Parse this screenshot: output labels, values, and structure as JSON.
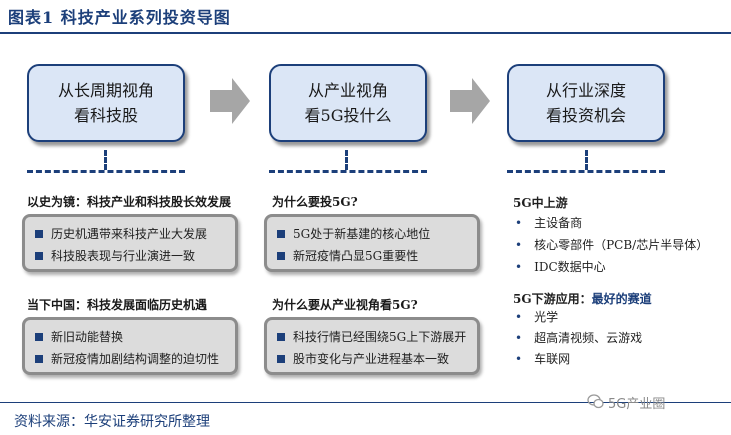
{
  "header": {
    "title": "图表1  科技产业系列投资导图"
  },
  "columns": [
    {
      "title_line1": "从长周期视角",
      "title_line2": "看科技股"
    },
    {
      "title_line1": "从产业视角",
      "title_line2": "看5G投什么"
    },
    {
      "title_line1": "从行业深度",
      "title_line2": "看投资机会"
    }
  ],
  "left_top": {
    "label": "以史为镜：科技产业和科技股长效发展",
    "items": [
      "历史机遇带来科技产业大发展",
      "科技股表现与行业演进一致"
    ]
  },
  "left_bottom": {
    "label": "当下中国：科技发展面临历史机遇",
    "items": [
      "新旧动能替换",
      "新冠疫情加剧结构调整的迫切性"
    ]
  },
  "mid_top": {
    "label": "为什么要投5G?",
    "items": [
      "5G处于新基建的核心地位",
      "新冠疫情凸显5G重要性"
    ]
  },
  "mid_bottom": {
    "label": "为什么要从产业视角看5G?",
    "items": [
      "科技行情已经围绕5G上下游展开",
      "股市变化与产业进程基本一致"
    ]
  },
  "right_top": {
    "label": "5G中上游",
    "items": [
      "主设备商",
      "核心零部件（PCB/芯片半导体）",
      "IDC数据中心"
    ]
  },
  "right_bottom": {
    "label_prefix": "5G下游应用：",
    "label_highlight": "最好的赛道",
    "items": [
      "光学",
      "超高清视频、云游戏",
      "车联网"
    ]
  },
  "footer": {
    "source": "资料来源：华安证券研究所整理",
    "watermark": "5G产业圈"
  },
  "icons": {
    "bullet": "square-bullet",
    "dot": "•",
    "arrow": "right-arrow"
  },
  "colors": {
    "brand": "#1c3f7a",
    "head_fill": "#dbe6f6",
    "gray_fill": "#dcdcdc",
    "gray_border": "#8c8c8c"
  }
}
